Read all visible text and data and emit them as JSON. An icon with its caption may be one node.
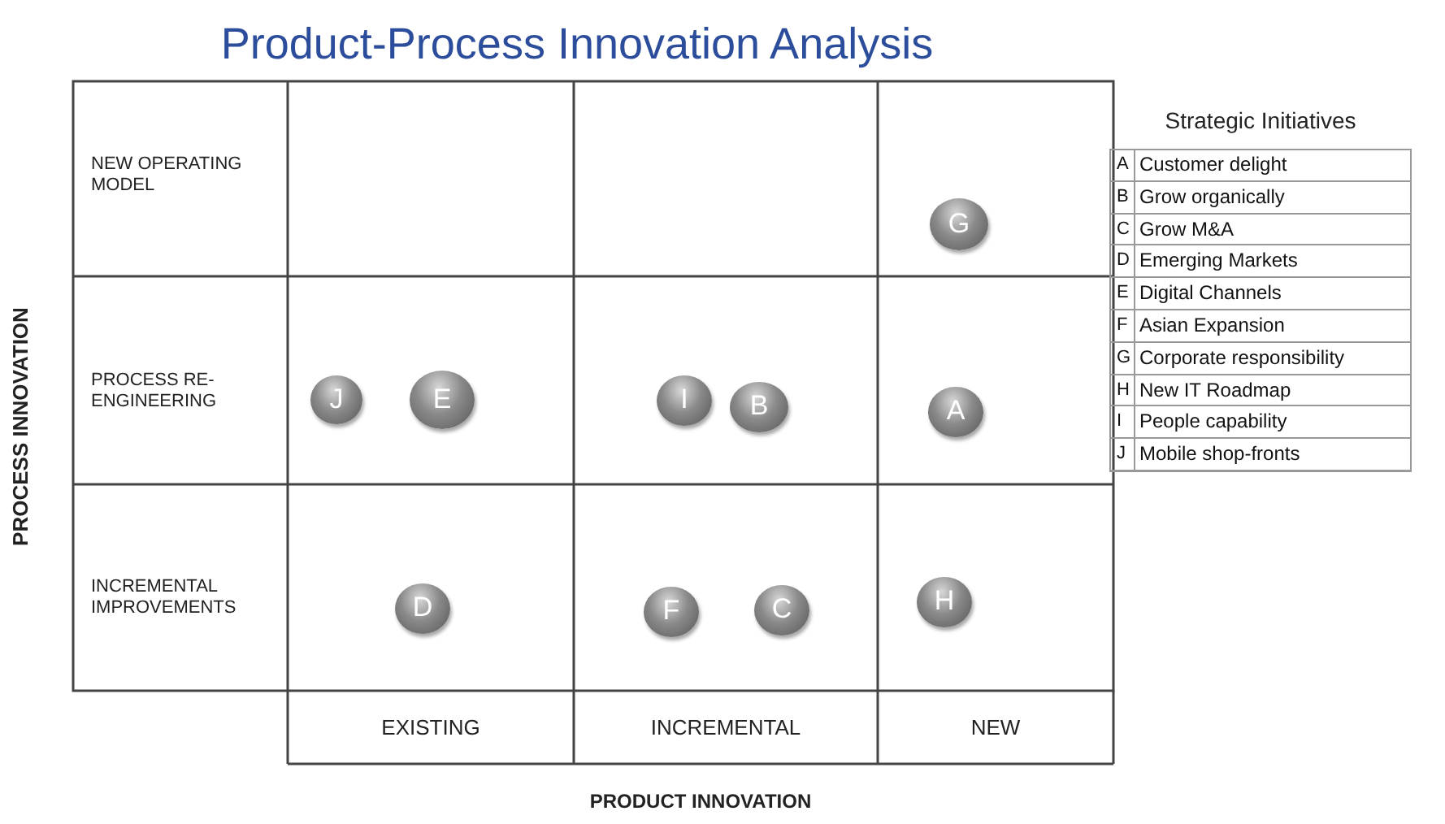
{
  "diagram": {
    "title": "Product-Process Innovation Analysis",
    "nodes": [
      {
        "text": [
          "G"
        ]
      },
      {
        "text": [
          "J"
        ]
      },
      {
        "text": [
          "E"
        ]
      },
      {
        "text": [
          "I"
        ]
      },
      {
        "text": [
          "B"
        ]
      },
      {
        "text": [
          "A"
        ]
      },
      {
        "text": [
          "D"
        ]
      },
      {
        "text": [
          "F"
        ]
      },
      {
        "text": [
          "C"
        ]
      },
      {
        "text": [
          "H"
        ]
      }
    ],
    "labels": [
      "PROCESS INNOVATION",
      "NEW OPERATING MODEL",
      "PROCESS RE-ENGINEERING",
      "INCREMENTAL IMPROVEMENTS",
      "EXISTING",
      "INCREMENTAL",
      "NEW",
      "PRODUCT INNOVATION",
      "Strategic Initiatives",
      "A",
      "Customer delight",
      "B",
      "Grow organically",
      "C",
      "Grow M&A",
      "D",
      "Emerging Markets",
      "E",
      "Digital Channels",
      "F",
      "Asian Expansion",
      "G",
      "Corporate responsibility",
      "H",
      "New IT Roadmap",
      "I",
      "People capability",
      "J",
      "Mobile shop-fronts"
    ]
  }
}
